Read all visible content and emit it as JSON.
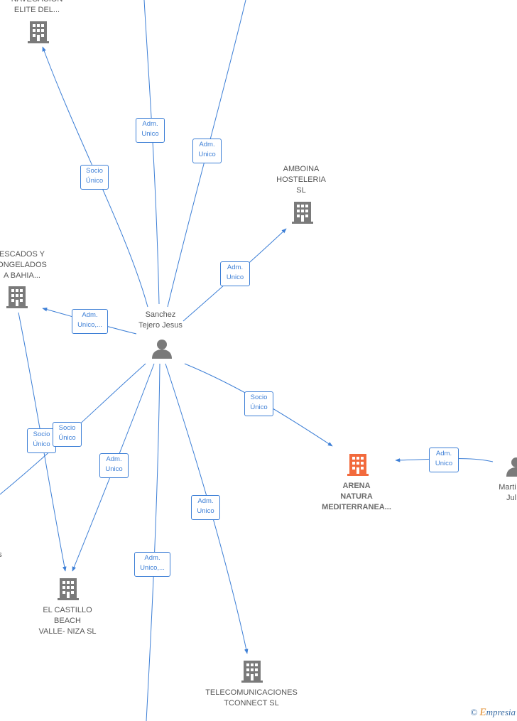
{
  "colors": {
    "edge": "#3d7fd6",
    "company_icon": "#7a7a7a",
    "focus_icon": "#f26a3d",
    "person_icon": "#7a7a7a"
  },
  "nodes": [
    {
      "id": "navegacion",
      "kind": "company",
      "icon": "building-icon",
      "label": "NAVEGACION\nELITE DEL..."
    },
    {
      "id": "amboina",
      "kind": "company",
      "icon": "building-icon",
      "label": "AMBOINA\nHOSTELERIA\nSL"
    },
    {
      "id": "pescados",
      "kind": "company",
      "icon": "building-icon",
      "label": "ESCADOS Y\nONGELADOS\nA BAHIA..."
    },
    {
      "id": "sanchez",
      "kind": "person",
      "icon": "person-icon",
      "label": "Sanchez\nTejero Jesus"
    },
    {
      "id": "arena",
      "kind": "focus",
      "icon": "building-icon",
      "label": "ARENA\nNATURA\nMEDITERRANEA..."
    },
    {
      "id": "marti",
      "kind": "person",
      "icon": "person-icon",
      "label": "Marti C\nJul"
    },
    {
      "id": "castillo",
      "kind": "company",
      "icon": "building-icon",
      "label": "EL CASTILLO\nBEACH\nVALLE- NIZA  SL"
    },
    {
      "id": "telecom",
      "kind": "company",
      "icon": "building-icon",
      "label": "TELECOMUNICACIONES\nTCONNECT  SL"
    }
  ],
  "edges": [
    {
      "id": "e-top-center",
      "label": "Adm.\nUnico"
    },
    {
      "id": "e-top-right",
      "label": "Adm.\nUnico"
    },
    {
      "id": "e-navegacion",
      "label": "Socio\nÚnico"
    },
    {
      "id": "e-amboina",
      "label": "Adm.\nUnico"
    },
    {
      "id": "e-pescados",
      "label": "Adm.\nUnico,..."
    },
    {
      "id": "e-arena",
      "label": "Socio\nÚnico"
    },
    {
      "id": "e-marti-arena",
      "label": "Adm.\nUnico"
    },
    {
      "id": "e-pescados-castillo",
      "label": "Socio\nÚnico"
    },
    {
      "id": "e-left-out",
      "label": "Socio\nÚnico"
    },
    {
      "id": "e-castillo",
      "label": "Adm.\nUnico"
    },
    {
      "id": "e-bottom",
      "label": "Adm.\nUnico,..."
    },
    {
      "id": "e-telecom",
      "label": "Adm.\nUnico"
    }
  ],
  "edge_label_left_fragment": "s",
  "watermark": {
    "copyright": "©",
    "brand_initial": "E",
    "brand_rest": "mpresia"
  }
}
